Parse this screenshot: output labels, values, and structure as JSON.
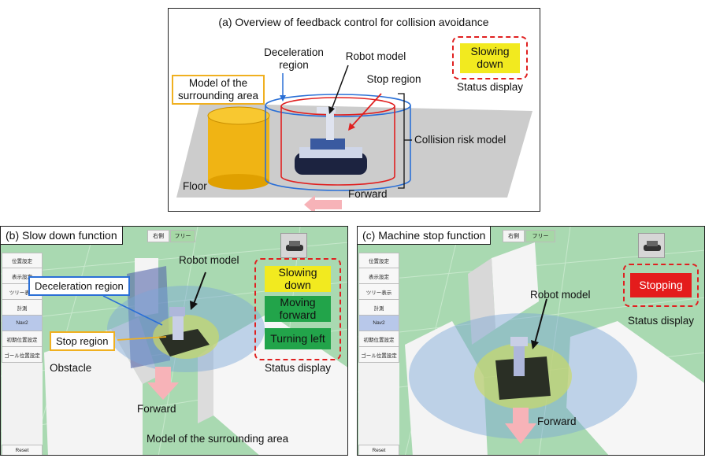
{
  "panel_a": {
    "title": "(a) Overview of feedback control for collision avoidance",
    "label_model_surrounding": "Model of the\nsurrounding area",
    "label_deceleration": "Deceleration\nregion",
    "label_robot_model": "Robot model",
    "label_stop_region": "Stop region",
    "label_collision_risk": "Collision risk model",
    "label_floor": "Floor",
    "label_forward": "Forward",
    "status_box": "Slowing\ndown",
    "label_status_display": "Status display"
  },
  "panel_b": {
    "title": "(b) Slow down function",
    "tab_right": "右側",
    "tab_free": "フリー",
    "menu": [
      "位置設定",
      "表示設定",
      "ツリー表示",
      "計測",
      "Nav2",
      "初期位置設定",
      "ゴール位置設定"
    ],
    "menu_reset": "Reset",
    "label_robot_model": "Robot model",
    "callout_deceleration": "Deceleration region",
    "callout_stop": "Stop region",
    "label_obstacle": "Obstacle",
    "label_forward": "Forward",
    "label_surrounding": "Model of the surrounding area",
    "status_slowing": "Slowing\ndown",
    "status_moving": "Moving\nforward",
    "status_turning": "Turning left",
    "label_status_display": "Status display"
  },
  "panel_c": {
    "title": "(c) Machine stop function",
    "tab_right": "右側",
    "tab_free": "フリー",
    "menu": [
      "位置設定",
      "表示設定",
      "ツリー表示",
      "計測",
      "Nav2",
      "初期位置設定",
      "ゴール位置設定"
    ],
    "menu_reset": "Reset",
    "label_robot_model": "Robot model",
    "label_forward": "Forward",
    "status_stopping": "Stopping",
    "label_status_display": "Status display"
  },
  "colors": {
    "yellow_status": "#f2ea1f",
    "green_status": "#22a44a",
    "red_status": "#e41c1c",
    "deceleration_blue": "#2a6fd6",
    "stop_red": "#e02020",
    "orange_callout": "#f0b020",
    "scene_green": "#a9d9b1"
  }
}
